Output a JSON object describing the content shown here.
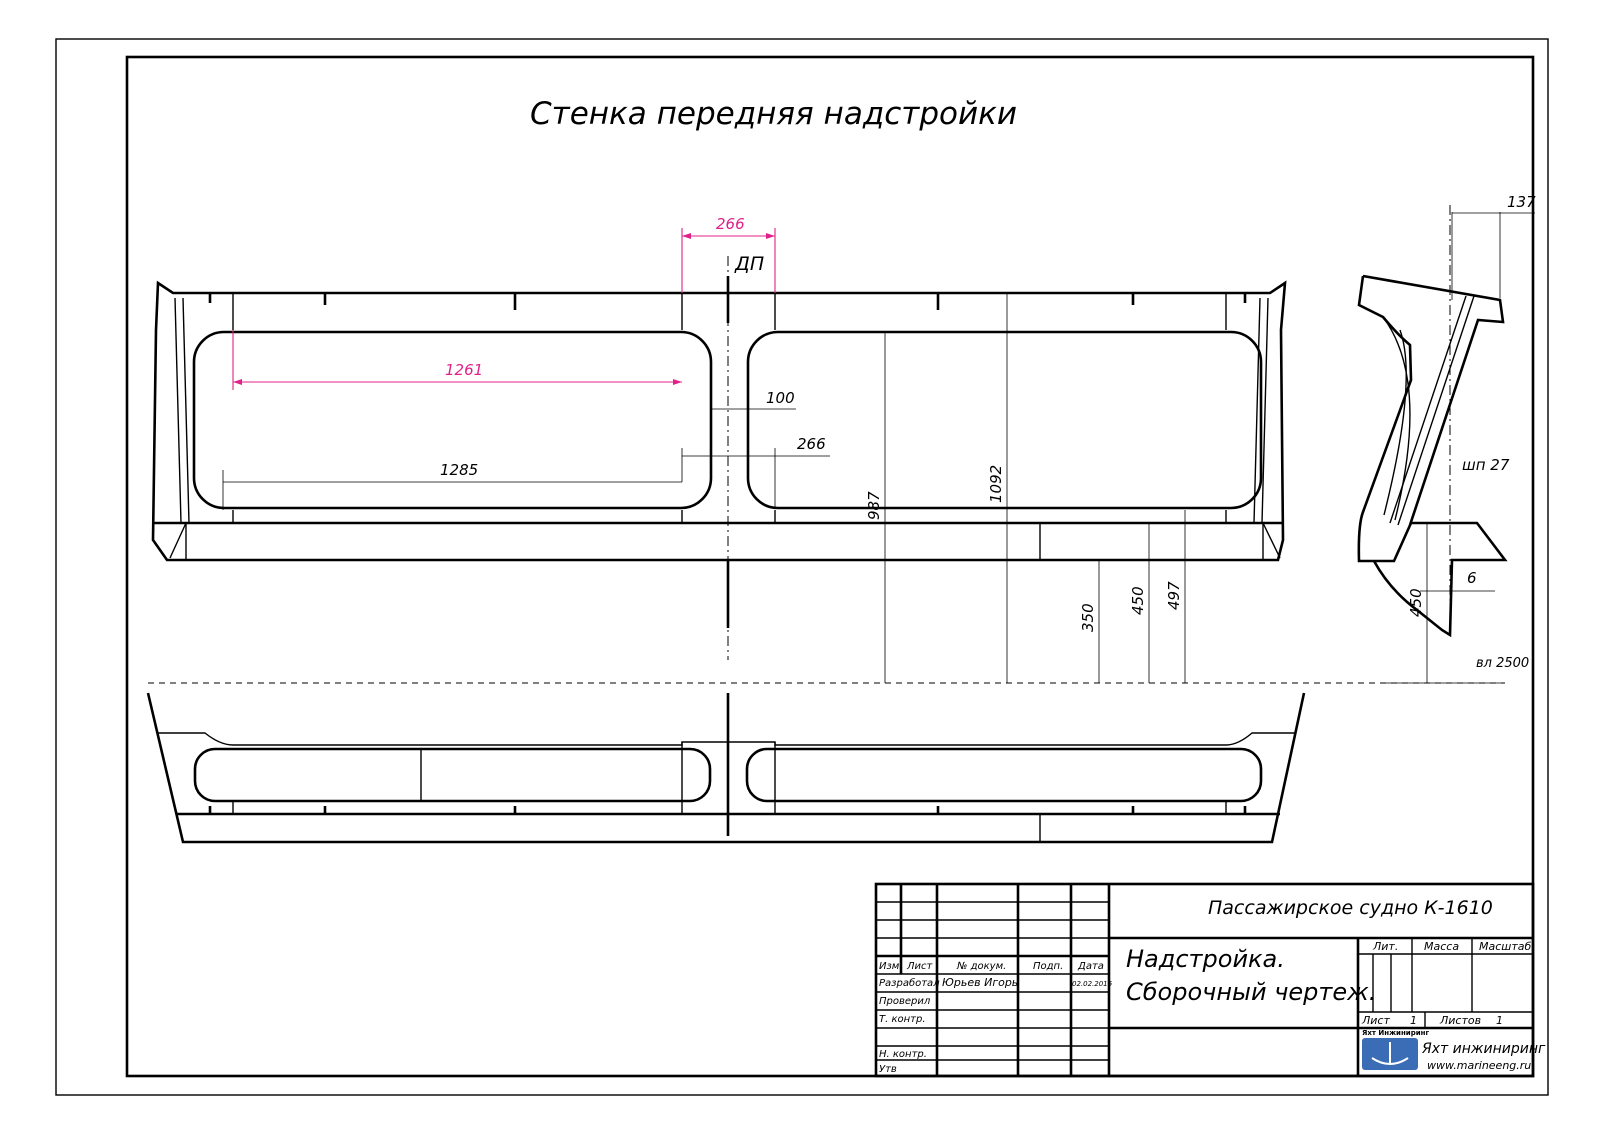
{
  "drawing": {
    "title": "Стенка передняя надстройки",
    "centerline_label": "ДП",
    "frame_label": "шп 27",
    "waterline_label": "вл 2500",
    "colors": {
      "line": "#000000",
      "highlight_dim": "#e0218a",
      "logo": "#3a6db5"
    }
  },
  "dimensions": {
    "pink_top": "266",
    "pink_long": "1261",
    "d100": "100",
    "d266": "266",
    "d1285": "1285",
    "d987": "987",
    "d1092": "1092",
    "d350": "350",
    "d450": "450",
    "d497": "497",
    "side_137": "137",
    "side_6": "6",
    "side_450": "450"
  },
  "title_block": {
    "project": "Пассажирское судно К-1610",
    "doc_title_line1": "Надстройка.",
    "doc_title_line2": "Сборочный чертеж.",
    "col_izm": "Изм",
    "col_list": "Лист",
    "col_docnum": "№ докум.",
    "col_podp": "Подп.",
    "col_data": "Дата",
    "role_developer": "Разработал",
    "developer_name": "Юрьев Игорь",
    "developer_date": "02.02.2016",
    "role_checked": "Проверил",
    "role_tcontrol": "Т. контр.",
    "role_ncontrol": "Н. контр.",
    "role_approved": "Утв",
    "lit": "Лит.",
    "mass": "Масса",
    "scale": "Масштаб",
    "sheet_label": "Лист",
    "sheet_value": "1",
    "sheets_label": "Листов",
    "sheets_value": "1",
    "logo_text": "Яхт Инжиниринг",
    "company": "Яхт инжиниринг",
    "website": "www.marineeng.ru"
  }
}
